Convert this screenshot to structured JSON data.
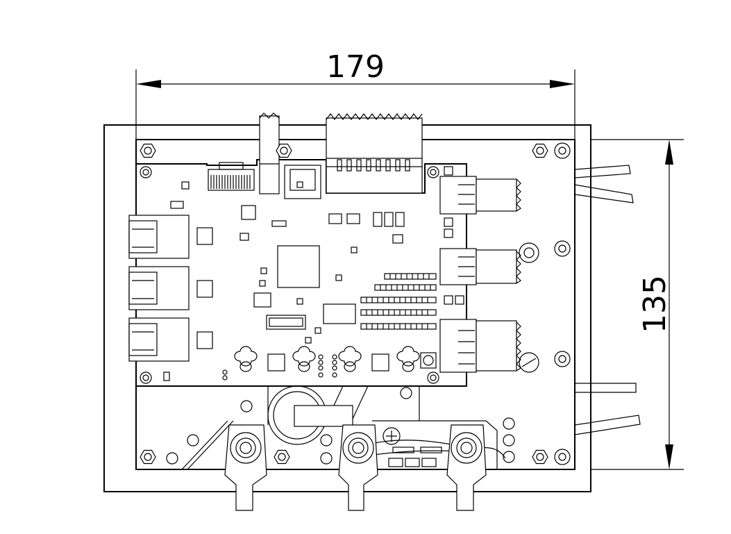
{
  "drawing": {
    "width_dimension": "179",
    "height_dimension": "135"
  },
  "parts": {
    "ethernet_ports": [
      "rj45-1",
      "rj45-2",
      "rj45-3"
    ],
    "right_connectors": [
      "connector-1",
      "connector-2",
      "connector-3"
    ],
    "bottom_terminals": [
      "terminal-1",
      "terminal-2",
      "terminal-3"
    ]
  },
  "colors": {
    "line": "#000000",
    "background": "#ffffff"
  }
}
